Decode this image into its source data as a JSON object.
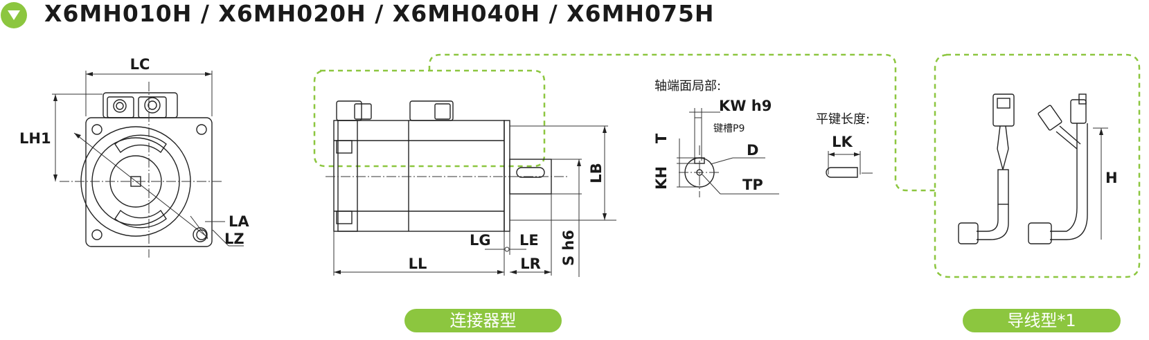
{
  "header": {
    "title": "X6MH010H / X6MH020H / X6MH040H / X6MH075H",
    "accent_color": "#8cc63f",
    "icon": "triangle-down-circle-icon"
  },
  "front_view": {
    "lc": "LC",
    "lh1": "LH1",
    "la": "LA",
    "lz": "LZ"
  },
  "side_view": {
    "lb": "LB",
    "lg": "LG",
    "le": "LE",
    "ll": "LL",
    "lr": "LR",
    "s": "S h6"
  },
  "shaft_end": {
    "heading": "轴端面局部:",
    "kw": "KW h9",
    "keyway": "键槽P9",
    "t": "T",
    "kh": "KH",
    "d": "D",
    "tp": "TP"
  },
  "key": {
    "heading": "平键长度:",
    "lk": "LK"
  },
  "lead_view": {
    "h": "H"
  },
  "labels": {
    "connector_type": "连接器型",
    "lead_type": "导线型*1"
  }
}
